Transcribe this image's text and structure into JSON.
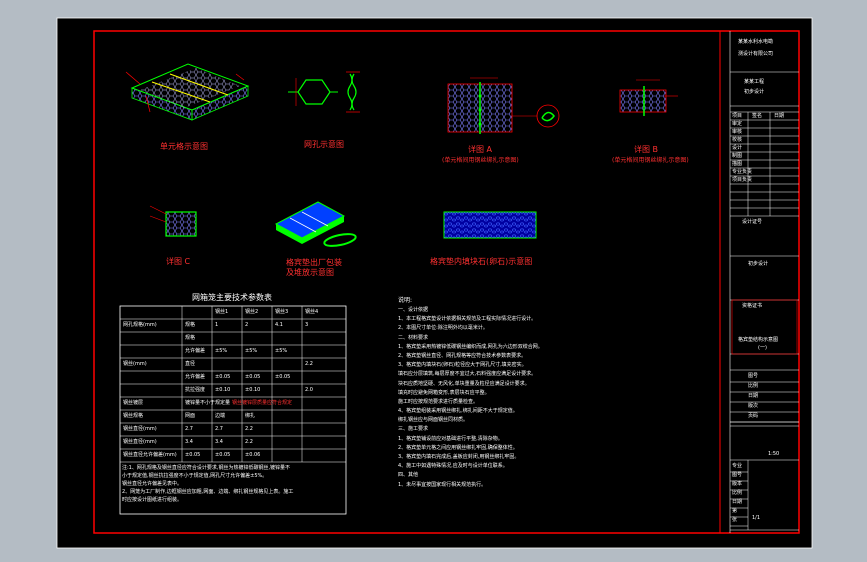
{
  "drawing": {
    "figures": [
      {
        "id": "fig1",
        "label": "单元格示意图"
      },
      {
        "id": "fig2",
        "label": "网孔示意图"
      },
      {
        "id": "fig3",
        "label": "详图 A",
        "sub": "(单元格间用钢丝绑扎示意图)"
      },
      {
        "id": "fig4",
        "label": "详图 B",
        "sub": "(单元格间用钢丝绑扎示意图)"
      },
      {
        "id": "fig5",
        "label": "详图 C"
      },
      {
        "id": "fig6",
        "label": "格宾垫出厂包装及堆放示意图"
      },
      {
        "id": "fig7",
        "label": "格宾垫内填块石(卵石)示意图"
      }
    ],
    "table": {
      "title": "网箱笼主要技术参数表",
      "header": [
        "",
        "",
        "钢丝1",
        "钢丝2",
        "钢丝3",
        "钢丝4"
      ],
      "rows": [
        [
          "网孔规格(mm)",
          "规格",
          "1",
          "2",
          "4.1",
          "3"
        ],
        [
          "",
          "规格",
          "",
          "",
          "",
          ""
        ],
        [
          "",
          "允许偏差",
          "±5%",
          "±5%",
          "±5%",
          ""
        ],
        [
          "钢丝(mm)",
          "直径",
          "",
          "",
          "",
          "2.2"
        ],
        [
          "",
          "允许偏差",
          "±0.05",
          "±0.05",
          "±0.05",
          ""
        ],
        [
          "",
          "抗拉强度",
          "±0.10",
          "±0.10",
          "",
          "2.0"
        ],
        [
          "钢丝镀层",
          "镀锌量不小于规定量",
          "",
          "",
          "",
          ""
        ],
        [
          "钢丝规格",
          "网面",
          "边端",
          "绑扎",
          "",
          ""
        ],
        [
          "钢丝直径(mm)",
          "2.7",
          "2.7",
          "2.2",
          "",
          ""
        ],
        [
          "钢丝直径(mm)",
          "3.4",
          "3.4",
          "2.2",
          "",
          ""
        ],
        [
          "钢丝直径允许偏差(mm)",
          "±0.05",
          "±0.05",
          "±0.06",
          "",
          ""
        ]
      ],
      "red_text": "钢丝镀锌层质量应符合规定"
    },
    "table_notes": [
      "注:1、网孔规格及钢丝直径应符合设计要求,钢丝为热镀锌低碳钢丝,镀锌量不",
      "   小于规定值,钢丝抗拉强度不小于规定值,网孔尺寸允许偏差±5%。",
      "   钢丝直径允许偏差见表中。",
      "2、网笼为工厂制作,边框钢丝应加粗,网面、边端、绑扎钢丝规格见上表。施工",
      "   时应按设计图纸进行组装。"
    ],
    "notes_title": "说明:",
    "notes": [
      "一、设计依据",
      "1、本工程格宾垫设计依据相关规范及工程实际情况进行设计。",
      "2、本图尺寸单位:除注明外均以毫米计。",
      "二、材料要求",
      "1、格宾垫采用热镀锌低碳钢丝编织而成,网孔为六边形双绞合网。",
      "2、格宾垫钢丝直径、网孔规格等应符合技术参数表要求。",
      "3、格宾垫内填块石(卵石)粒径应大于网孔尺寸,填充密实。",
      "   填石应分层填筑,每层厚度不宜过大,石料强度应满足设计要求。",
      "   块石应质地坚硬、无风化,单块重量及粒径应满足设计要求。",
      "   填充时应避免网箱变形,表层块石应平整。",
      "   施工时应按规范要求进行质量检查。",
      "4、格宾垫组装采用钢丝绑扎,绑扎间距不大于规定值。",
      "   绑扎钢丝应与网面钢丝同材质。",
      "三、施工要求",
      "1、格宾垫铺设前应对基础进行平整,清除杂物。",
      "2、格宾垫单元格之间应用钢丝绑扎牢固,确保整体性。",
      "3、格宾垫内填石完成后,盖板应封闭,用钢丝绑扎牢固。",
      "4、施工中如遇特殊情况,应及时与设计单位联系。",
      "四、其他",
      "1、未尽事宜按国家现行相关规范执行。"
    ],
    "title_block": {
      "company": [
        "某某水利水电勘",
        "测设计有限公司"
      ],
      "project": [
        "某某工程",
        "初步设计"
      ],
      "stamp_label": "资格证书",
      "rows_header": [
        "项目",
        "签名",
        "日期"
      ],
      "roles": [
        "审定",
        "审核",
        "校核",
        "设计",
        "制图",
        "描图",
        "专业负责",
        "项目负责"
      ],
      "sign_label": "设计证号",
      "design_phase": "初步设计",
      "drawing_name": [
        "格宾垫结构示意图",
        "(一)"
      ],
      "sheet_info": [
        "图号",
        "比例",
        "日期",
        "版次",
        "页码"
      ],
      "scale": "1:50",
      "bottom": [
        "专业",
        "图号",
        "版本",
        "比例",
        "日期",
        "第",
        "张"
      ],
      "sheet_no": "1/1"
    }
  }
}
